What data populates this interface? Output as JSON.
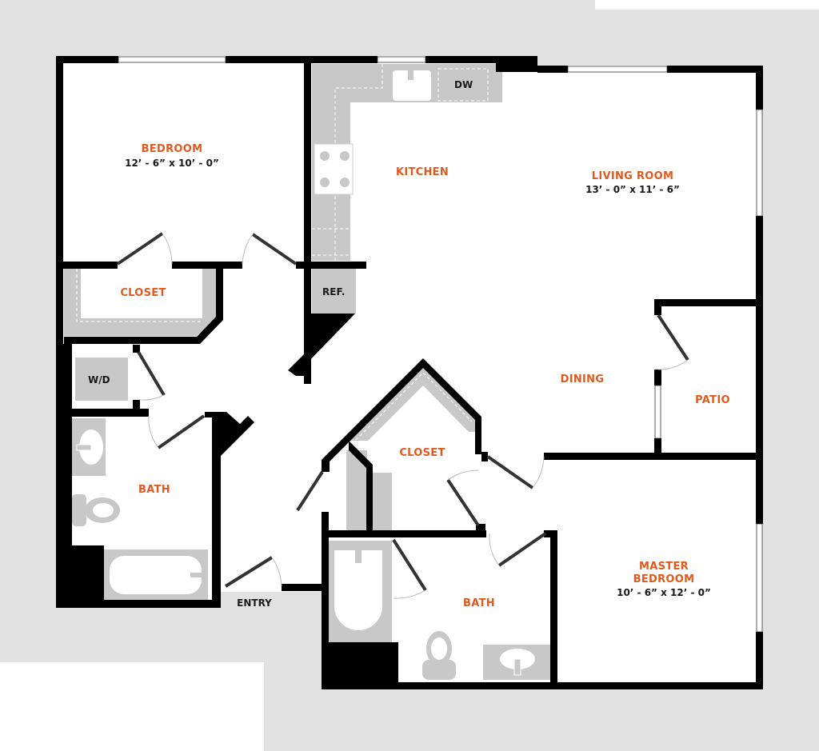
{
  "plan": {
    "colors": {
      "wall": "#000000",
      "outer_ground": "#e2e2e2",
      "fixture": "#c8c8c8",
      "floor": "#ffffff",
      "room_label": "#e05a1e",
      "dimension_text": "#1a1a1a"
    },
    "rooms": {
      "bedroom": {
        "name": "BEDROOM",
        "dims": "12’ - 6” x 10’ - 0”"
      },
      "kitchen": {
        "name": "KITCHEN"
      },
      "living_room": {
        "name": "LIVING ROOM",
        "dims": "13’ - 0” x 11’ - 6”"
      },
      "closet_bedroom": {
        "name": "CLOSET"
      },
      "closet_master": {
        "name": "CLOSET"
      },
      "dining": {
        "name": "DINING"
      },
      "patio": {
        "name": "PATIO"
      },
      "bath_1": {
        "name": "BATH"
      },
      "bath_2": {
        "name": "BATH"
      },
      "master_bedroom": {
        "name_line1": "MASTER",
        "name_line2": "BEDROOM",
        "dims": "10’ - 6” x 12’ - 0”"
      },
      "entry": {
        "name": "ENTRY"
      }
    },
    "fixtures": {
      "dishwasher": "DW",
      "refrigerator": "REF.",
      "washer_dryer": "W/D"
    }
  }
}
